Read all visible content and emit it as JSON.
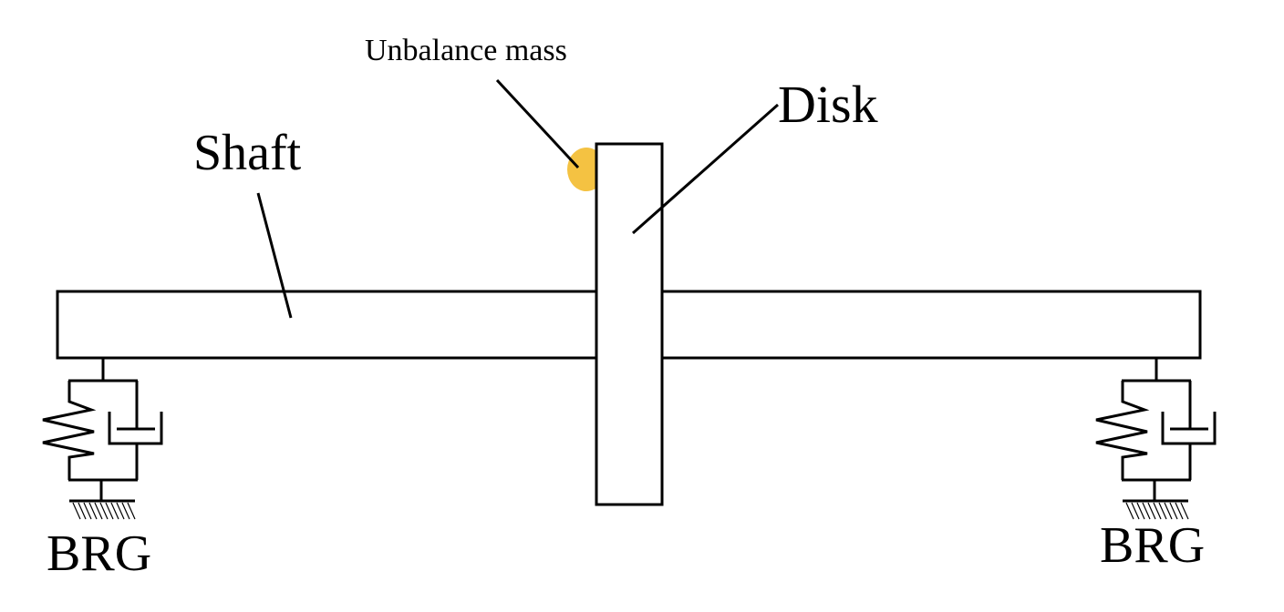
{
  "labels": {
    "unbalance_mass": "Unbalance mass",
    "disk": "Disk",
    "shaft": "Shaft",
    "bearing_left": "BRG",
    "bearing_right": "BRG"
  },
  "colors": {
    "unbalance_mass": "#F4C242",
    "lines": "#000000"
  }
}
